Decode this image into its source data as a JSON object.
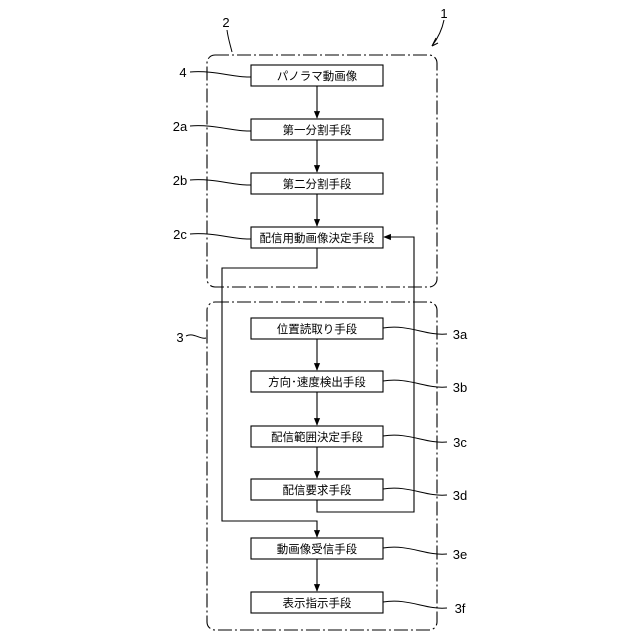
{
  "figure_ref": "1",
  "groups": [
    {
      "ref": "2",
      "blocks": [
        {
          "ref": "4",
          "label": "パノラマ動画像"
        },
        {
          "ref": "2a",
          "label": "第一分割手段"
        },
        {
          "ref": "2b",
          "label": "第二分割手段"
        },
        {
          "ref": "2c",
          "label": "配信用動画像決定手段"
        }
      ]
    },
    {
      "ref": "3",
      "blocks": [
        {
          "ref": "3a",
          "label": "位置読取り手段"
        },
        {
          "ref": "3b",
          "label": "方向･速度検出手段"
        },
        {
          "ref": "3c",
          "label": "配信範囲決定手段"
        },
        {
          "ref": "3d",
          "label": "配信要求手段"
        },
        {
          "ref": "3e",
          "label": "動画像受信手段"
        },
        {
          "ref": "3f",
          "label": "表示指示手段"
        }
      ]
    }
  ]
}
